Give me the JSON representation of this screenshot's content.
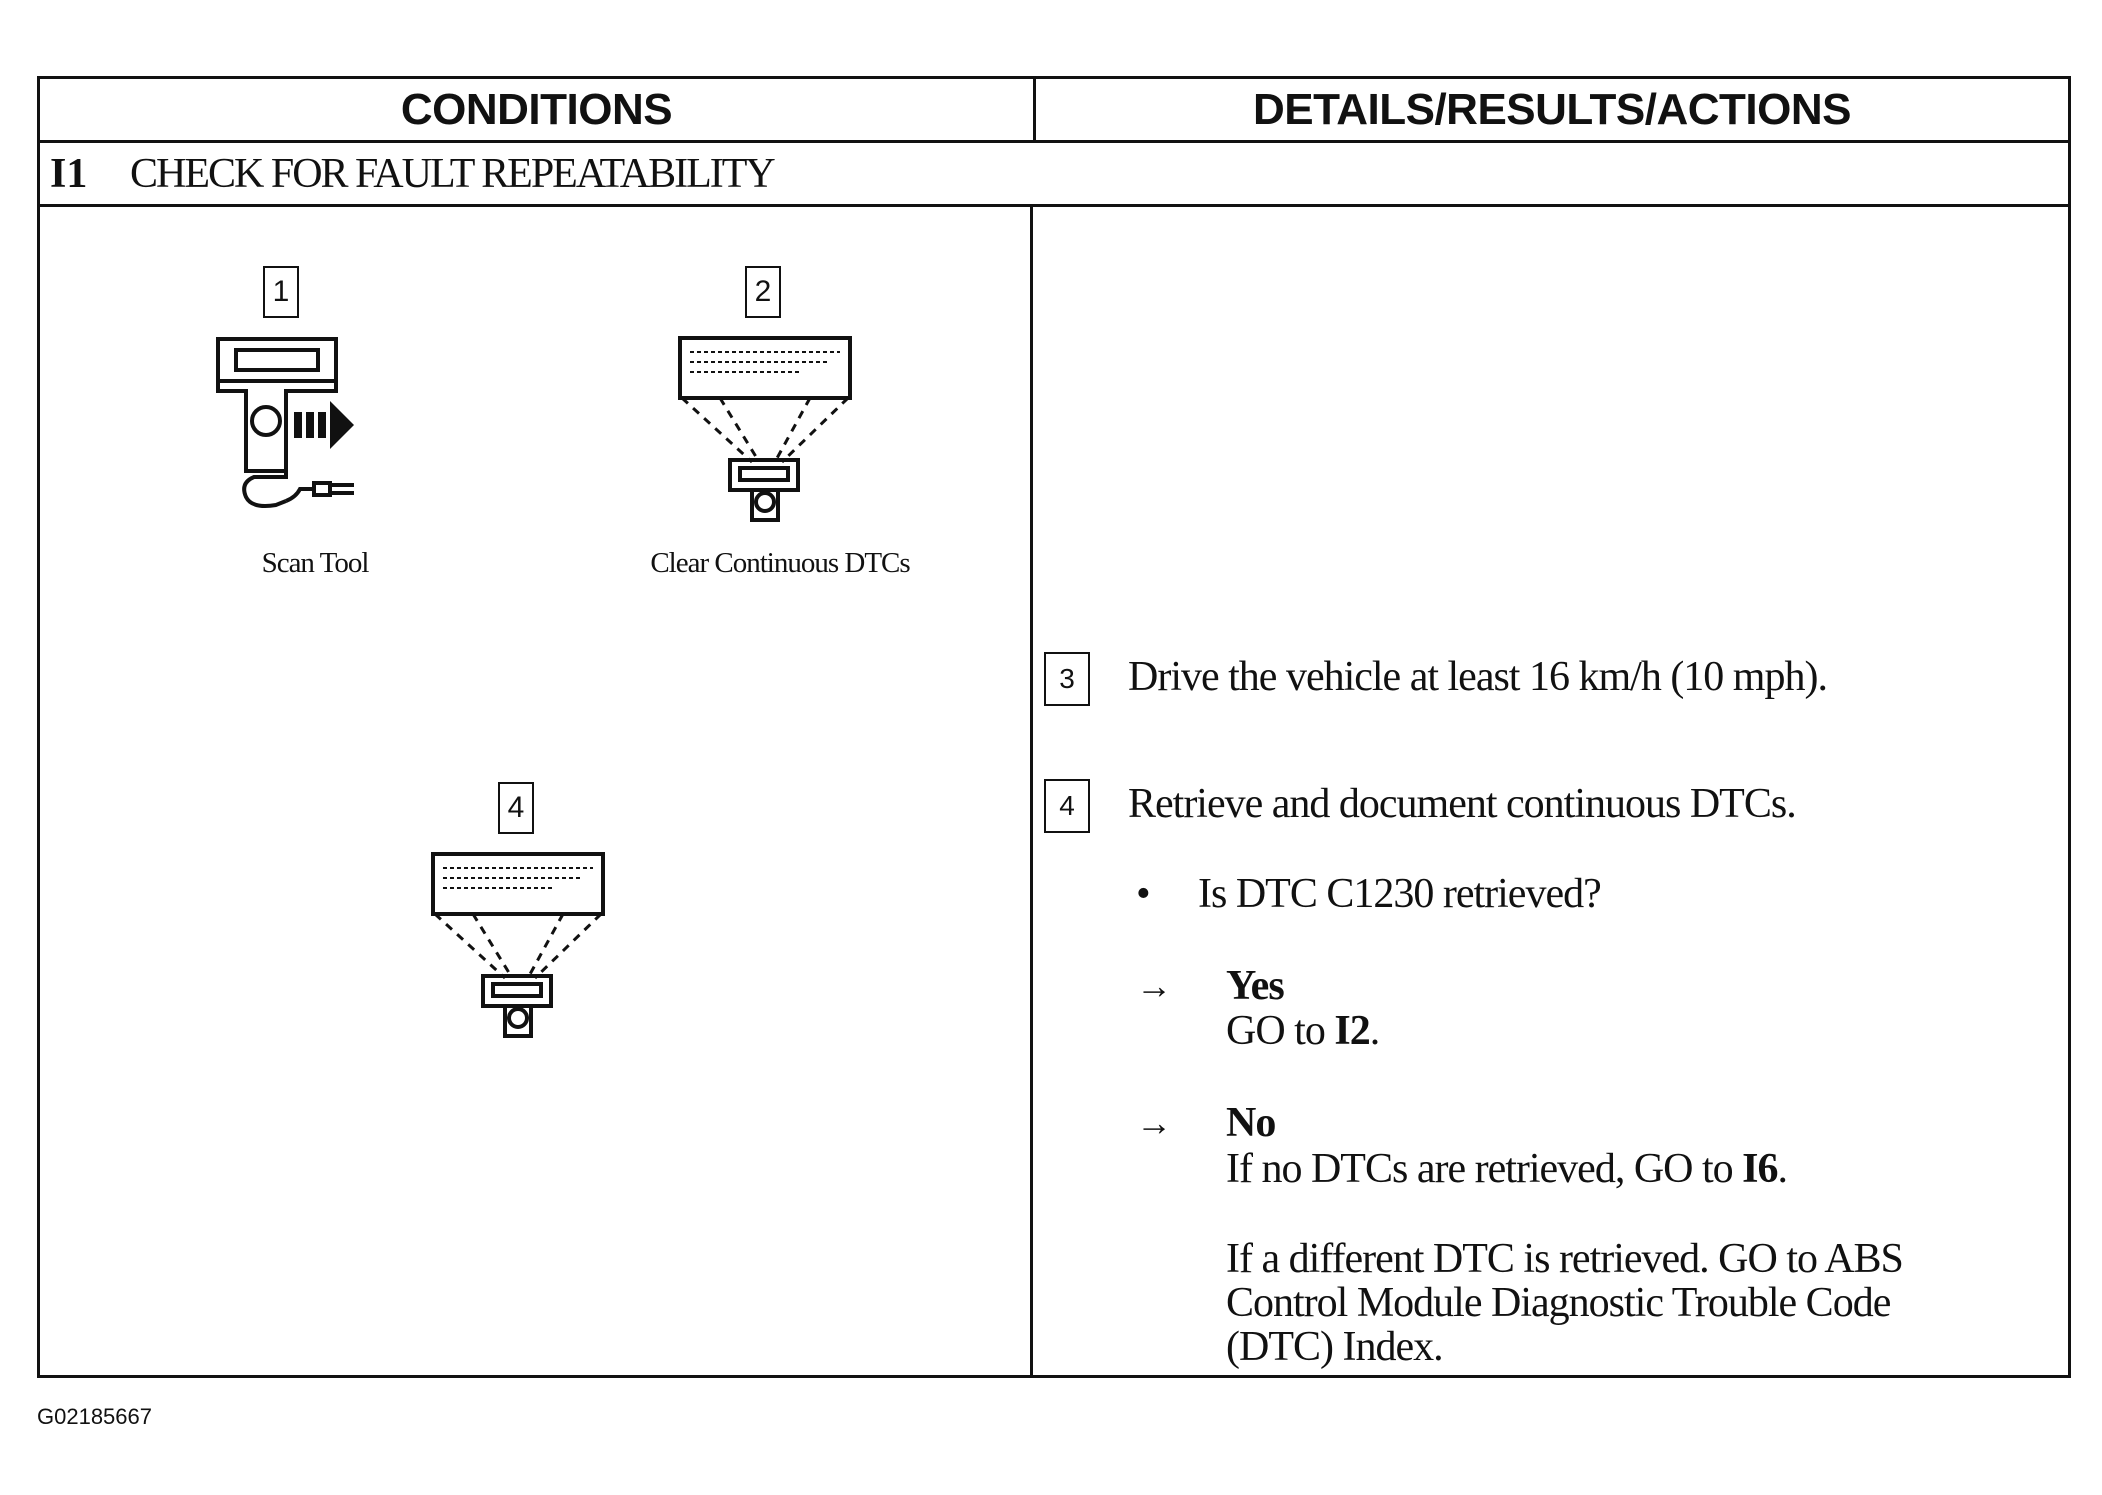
{
  "table": {
    "col_conditions": "CONDITIONS",
    "col_details": "DETAILS/RESULTS/ACTIONS",
    "step_id": "I1",
    "step_title": "CHECK FOR FAULT REPEATABILITY"
  },
  "figures": [
    {
      "number": "1",
      "label": "Scan Tool",
      "icon": "scan-tool-icon"
    },
    {
      "number": "2",
      "label": "Clear Continuous DTCs",
      "icon": "scan-tool-display-icon"
    },
    {
      "number": "4",
      "label": "",
      "icon": "scan-tool-display-icon"
    }
  ],
  "actions": {
    "step3": {
      "number": "3",
      "text": "Drive the vehicle at least 16 km/h (10 mph)."
    },
    "step4": {
      "number": "4",
      "text": "Retrieve and document continuous DTCs."
    },
    "question": {
      "bullet": "•",
      "text": "Is DTC C1230 retrieved?"
    },
    "yes": {
      "arrow": "→",
      "label": "Yes",
      "text_pre": "GO to ",
      "target": "I2",
      "text_post": "."
    },
    "no": {
      "arrow": "→",
      "label": "No",
      "line1_pre": "If no DTCs are retrieved, GO to ",
      "line1_target": "I6",
      "line1_post": ".",
      "line2": "If a different DTC is retrieved. GO to ABS",
      "line3": "Control Module Diagnostic Trouble Code",
      "line4": "(DTC) Index."
    }
  },
  "figure_id": "G02185667"
}
